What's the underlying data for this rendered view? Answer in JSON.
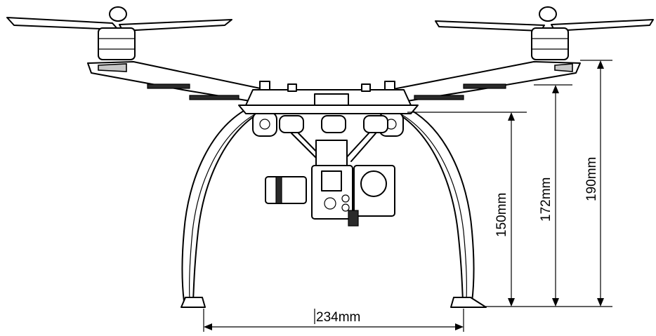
{
  "dimensions": {
    "width": {
      "label": "234mm"
    },
    "heights": [
      {
        "label": "150mm"
      },
      {
        "label": "172mm"
      },
      {
        "label": "190mm"
      }
    ]
  }
}
